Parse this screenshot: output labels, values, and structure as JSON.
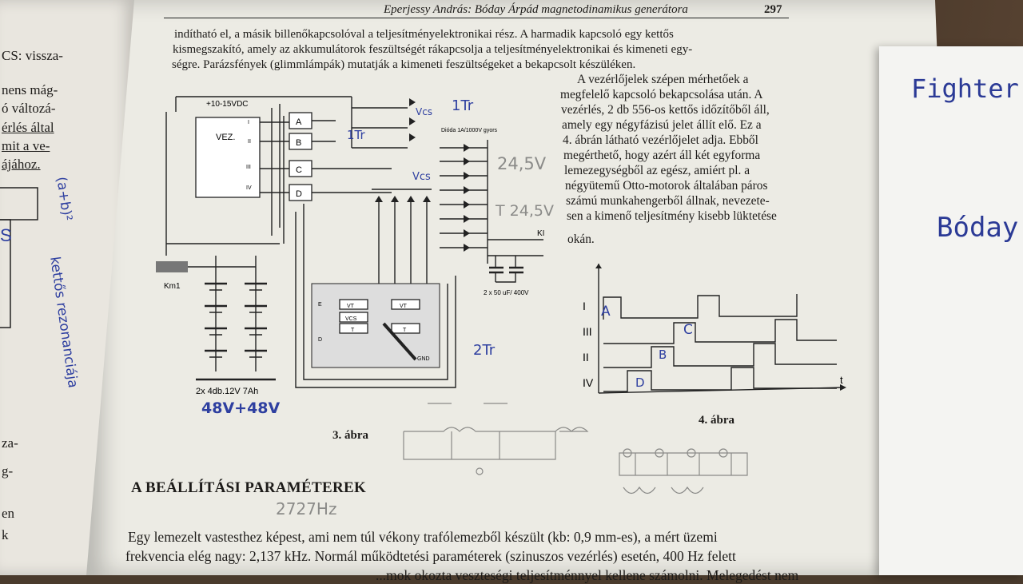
{
  "left_page": {
    "lines": [
      "CS: vissza-",
      "nens mág-",
      "ó változá-",
      "érlés által",
      "mit a ve-",
      "ájához.",
      "za-",
      "g-",
      "en",
      "k"
    ],
    "letter_s": "S"
  },
  "header": {
    "running_head": "Eperjessy András: Bóday Árpád magnetodinamikus generátora",
    "page_number": "297"
  },
  "intro_lines": [
    "indítható el, a másik billenőkapcsolóval a teljesítményelektronikai rész. A harmadik kapcsoló egy kettős",
    "kismegszakító, amely az akkumulátorok feszültségét rákapcsolja a teljesítményelektronikai és kimeneti egy-",
    "ségre. Parázsfények (glimmlámpák) mutatják a kimeneti feszültségeket a bekapcsolt készüléken."
  ],
  "column_lines": [
    "A vezérlőjelek szépen mérhetőek a",
    "megfelelő kapcsoló bekapcsolása után. A",
    "vezérlés, 2 db 556-os kettős időzítőből áll,",
    "amely egy négyfázisú jelet állít elő. Ez a",
    "4. ábrán látható vezérlőjelet adja. Ebből",
    "megérthető, hogy azért áll két egyforma",
    "lemezegységből az egész, amiért pl. a",
    "négyütemű Otto-motorok általában páros",
    "számú munkahengerből állnak, nevezete-",
    "sen a kimenő teljesítmény kisebb lüktetése",
    "okán."
  ],
  "figure3": {
    "caption": "3. ábra",
    "supply_label": "+10-15VDC",
    "controller_label": "VEZ.",
    "channels": [
      "A",
      "B",
      "C",
      "D"
    ],
    "phase_labels": [
      "I",
      "II",
      "III",
      "IV"
    ],
    "diode_label": "Dióda 1A/1000V gyors",
    "output_label": "KI",
    "cap_label": "2 x 50 uF/ 400V",
    "switch_label": "Km1",
    "battery_label": "2x 4db.12V 7Ah",
    "vt": "VT",
    "vcs": "VCS",
    "t": "T",
    "e": "E",
    "d": "D",
    "gnd": "GND"
  },
  "figure4": {
    "caption": "4. ábra",
    "signal_labels": [
      "I",
      "III",
      "II",
      "IV"
    ],
    "time_label": "t"
  },
  "handwriting": {
    "one_tr_a": "1Tr",
    "one_tr_b": "1Tr",
    "two_tr": "2Tr",
    "vcs_a": "Vcs",
    "vcs_b": "Vcs",
    "volts_a": "24,5V",
    "volts_b": "T 24,5V",
    "battery_total": "48V+48V",
    "side_note_a": "(a+b)²",
    "side_note_b": "kettős rezonanciája",
    "freq": "2727Hz",
    "letter_a": "A",
    "letter_b": "B",
    "letter_c": "C",
    "letter_d": "D",
    "notepad_word_1": "Fighter",
    "notepad_word_2": "Bóday"
  },
  "section": {
    "title": "A BEÁLLÍTÁSI PARAMÉTEREK",
    "lines": [
      "Egy lemezelt vastesthez képest, ami nem túl vékony trafólemezből készült (kb: 0,9 mm-es), a mért üzemi",
      "frekvencia elég nagy: 2,137 kHz. Normál működtetési paraméterek (szinuszos vezérlés) esetén, 400 Hz felett",
      "...mok okozta veszteségi teljesítménnyel kellene számolni. Melegedést nem"
    ]
  },
  "colors": {
    "paper": "#ecebe4",
    "ink": "#1d1b19",
    "pen": "#2e3fa0"
  }
}
